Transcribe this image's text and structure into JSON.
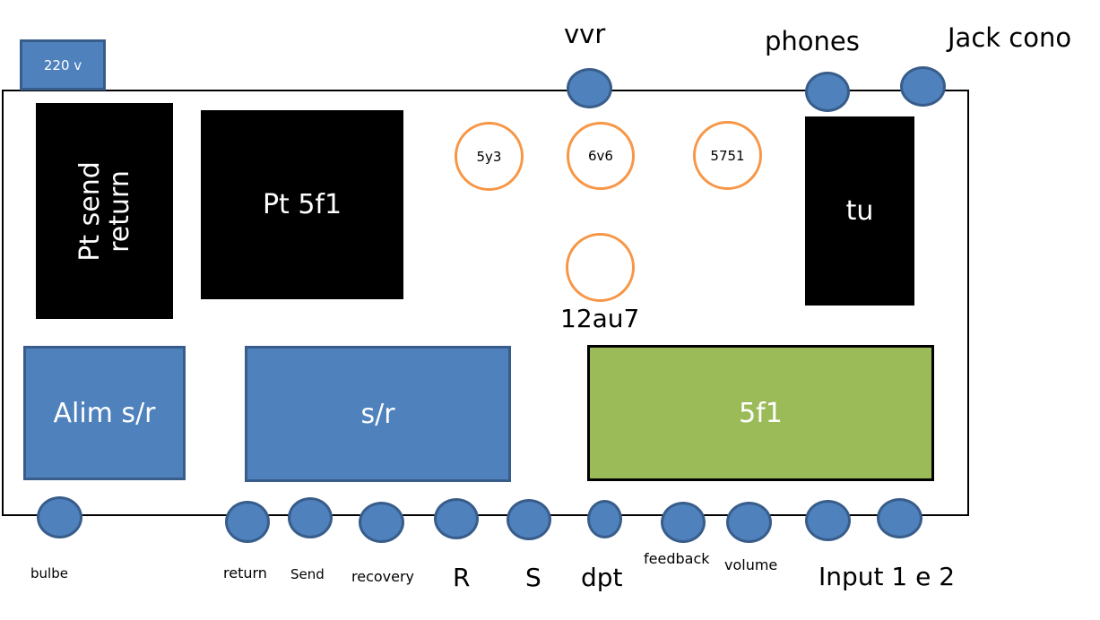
{
  "colors": {
    "blue": "#4F81BD",
    "blue_border": "#385D8A",
    "green": "#9BBB59",
    "tube_ring": "#F79646"
  },
  "power": "220 v",
  "blocks": {
    "pt_send_return": [
      "Pt send",
      "return"
    ],
    "pt_5f1": "Pt 5f1",
    "tu": "tu",
    "alim": "Alim s/r",
    "sr": "s/r",
    "board_5f1": "5f1"
  },
  "tubes": {
    "t1": "5y3",
    "t2": "6v6",
    "t3": "5751",
    "t4": "12au7"
  },
  "top_labels": {
    "vvr": "vvr",
    "phones": "phones",
    "jack": "Jack cono"
  },
  "bottom_labels": {
    "bulbe": "bulbe",
    "return": "return",
    "send": "Send",
    "recovery": "recovery",
    "r": "R",
    "s": "S",
    "dpt": "dpt",
    "feedback": "feedback",
    "volume": "volume",
    "input": "Input 1 e 2"
  }
}
